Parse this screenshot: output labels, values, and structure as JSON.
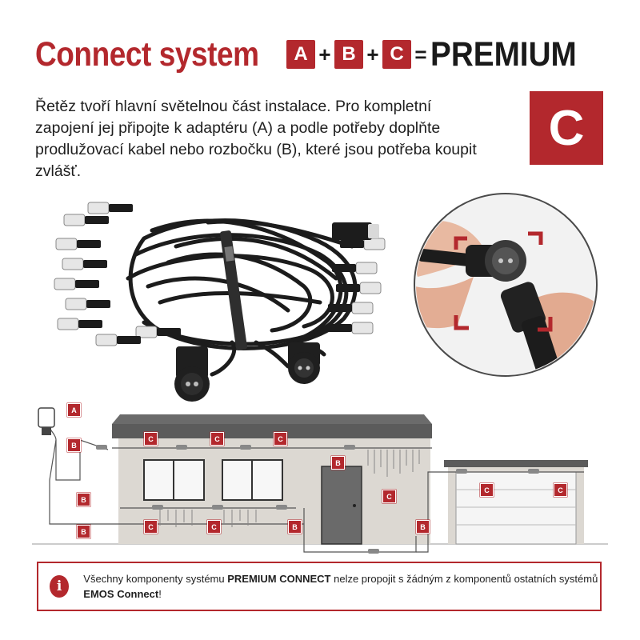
{
  "header": {
    "title": "Connect system",
    "a": "A",
    "b": "B",
    "c": "C",
    "plus": "+",
    "equals": "=",
    "premium": "PREMIUM"
  },
  "description": "Řetěz tvoří hlavní světelnou část instalace. Pro kompletní zapojení jej připojte k adaptéru (A) a podle potřeby doplňte prodlužovací kabel nebo rozbočku (B), které jsou potřeba koupit zvlášť.",
  "badge": "C",
  "diagram": {
    "labels": [
      "A",
      "B",
      "B",
      "B",
      "C",
      "C",
      "C",
      "C",
      "C",
      "C",
      "C",
      "C",
      "B",
      "B",
      "B"
    ]
  },
  "notice": {
    "icon": "i",
    "text_pre": "Všechny komponenty systému ",
    "text_bold1": "PREMIUM CONNECT",
    "text_mid": " nelze propojit s žádným z komponentů ostatních systémů ",
    "text_bold2": "EMOS Connect",
    "text_post": "!"
  },
  "colors": {
    "accent": "#b3282d",
    "dark": "#1a1a1a",
    "wall": "#ddd9d3",
    "roof": "#555555"
  }
}
